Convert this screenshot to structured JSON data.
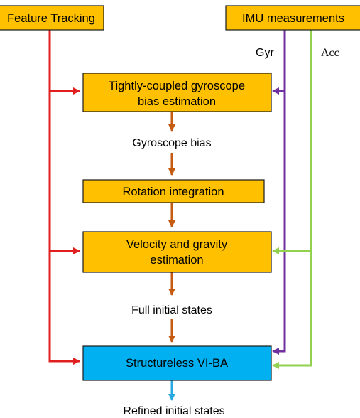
{
  "colors": {
    "box_fill": "#FFC000",
    "final_box_fill": "#00B0F0",
    "box_stroke": "#1a1a1a",
    "feature_line": "#E02020",
    "gyro_line": "#7030A0",
    "acc_line": "#92D050",
    "flow_arrow": "#C55A11",
    "output_arrow": "#29A9E0",
    "output_text": "#29A9E0"
  },
  "inputs": {
    "feature_tracking": "Feature Tracking",
    "imu_measurements": "IMU measurements",
    "gyr_label": "Gyr",
    "acc_label": "Acc"
  },
  "steps": {
    "gyro_bias_line1": "Tightly-coupled gyroscope",
    "gyro_bias_line2": "bias estimation",
    "gyro_bias_output": "Gyroscope bias",
    "rotation": "Rotation integration",
    "velocity_line1": "Velocity and gravity",
    "velocity_line2": "estimation",
    "full_states": "Full initial states",
    "vi_ba": "Structureless VI-BA",
    "refined": "Refined initial states"
  }
}
